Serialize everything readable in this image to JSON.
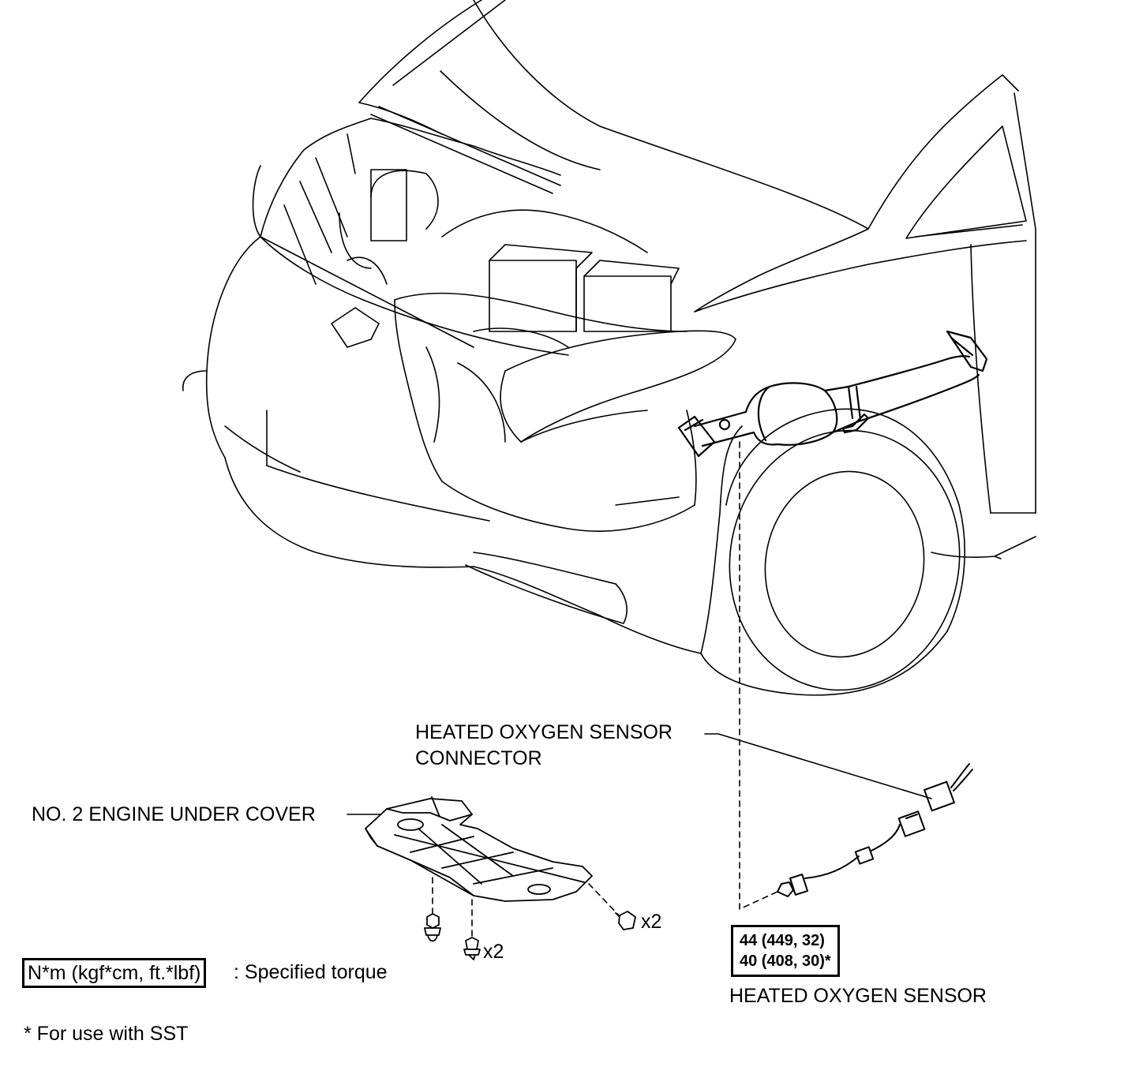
{
  "labels": {
    "sensor_connector_line1": "HEATED OXYGEN SENSOR",
    "sensor_connector_line2": "CONNECTOR",
    "under_cover": "NO. 2 ENGINE UNDER COVER",
    "oxygen_sensor": "HEATED OXYGEN SENSOR"
  },
  "torque": {
    "line1": "44 (449, 32)",
    "line2": "40 (408, 30)*"
  },
  "fasteners": {
    "bolt_qty": "x2",
    "screw_qty": "x2"
  },
  "legend": {
    "unit_box": "N*m (kgf*cm, ft.*lbf)",
    "unit_desc": ": Specified torque",
    "sst_note": "* For use with SST"
  }
}
